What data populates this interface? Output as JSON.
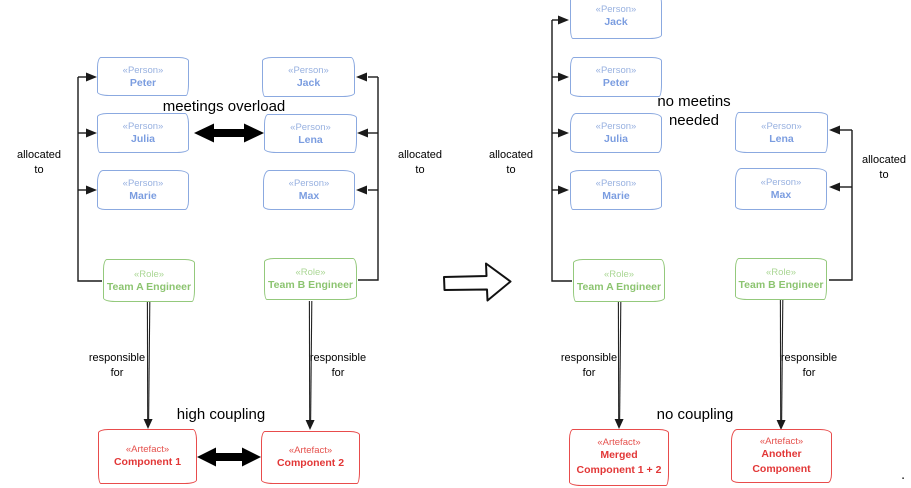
{
  "stereotypes": {
    "person": "«Person»",
    "role": "«Role»",
    "artefact": "«Artefact»"
  },
  "labels": {
    "allocated_line1": "allocated",
    "allocated_line2": "to",
    "responsible_line1": "responsible",
    "responsible_line2": "for",
    "meetings_overload": "meetings overload",
    "high_coupling": "high coupling",
    "no_meetings_line1": "no meetins",
    "no_meetings_line2": "needed",
    "no_coupling": "no coupling",
    "period": "."
  },
  "left": {
    "team_a_people": [
      "Peter",
      "Julia",
      "Marie"
    ],
    "team_b_people": [
      "Jack",
      "Lena",
      "Max"
    ],
    "role_a": "Team A Engineer",
    "role_b": "Team B Engineer",
    "artefact_1": "Component 1",
    "artefact_2": "Component 2"
  },
  "right": {
    "team_a_people": [
      "Jack",
      "Peter",
      "Julia",
      "Marie"
    ],
    "team_b_people": [
      "Lena",
      "Max"
    ],
    "role_a": "Team A Engineer",
    "role_b": "Team B Engineer",
    "artefact_1_line1": "Merged",
    "artefact_1_line2": "Component 1 + 2",
    "artefact_2_line1": "Another",
    "artefact_2_line2": "Component"
  },
  "colors": {
    "person_border": "#8BA9E0",
    "person_text": "#7B9DE0",
    "role_border": "#94C97C",
    "role_text": "#8CC470",
    "artefact_border": "#E84C4C",
    "artefact_text": "#E23737",
    "connector": "#1a1a1a"
  }
}
